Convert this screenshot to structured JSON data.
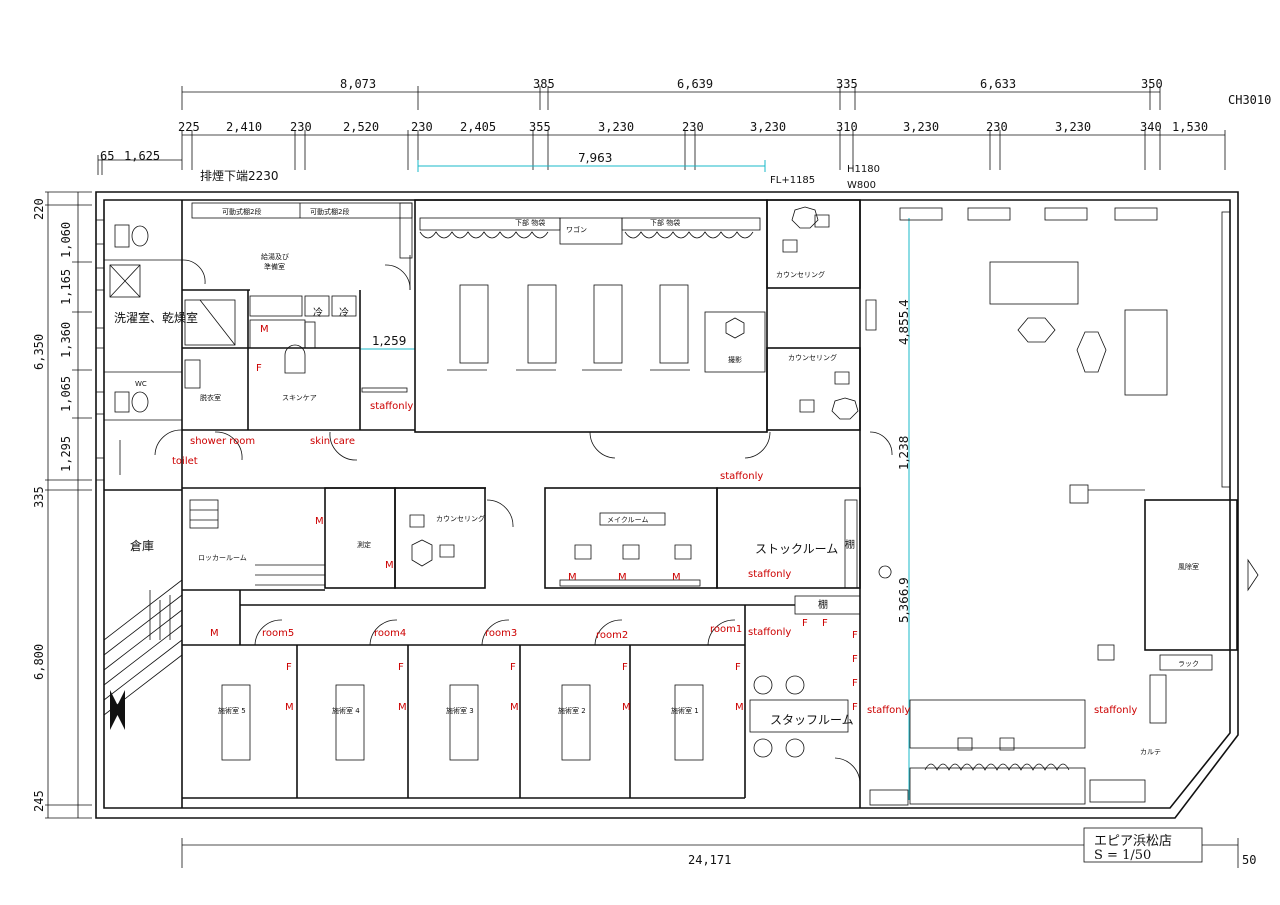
{
  "top_dims_row1": [
    "8,073",
    "385",
    "6,639",
    "335",
    "6,633",
    "350"
  ],
  "top_dims_row2": [
    "225",
    "2,410",
    "230",
    "2,520",
    "230",
    "2,405",
    "355",
    "3,230",
    "230",
    "3,230",
    "310",
    "3,230",
    "230",
    "3,230",
    "340",
    "1,530"
  ],
  "left_dims": [
    "220",
    "1,060",
    "1,165",
    "1,360",
    "1,065",
    "1,295",
    "335",
    "6,800",
    "245",
    "6,350"
  ],
  "ceiling": "CH3010",
  "dim_cyan": [
    "7,963",
    "1,259",
    "4,855.4",
    "1,238",
    "5,366.9"
  ],
  "dim_65": "65",
  "dim_1625": "1,625",
  "dim_bottom": "24,171",
  "dim_50": "50",
  "notes": {
    "exhaust": "排煙下端2230",
    "fl": "FL+1185",
    "h": "H1180",
    "w": "W800"
  },
  "rooms": {
    "laundry": "洗濯室、乾燥室",
    "wc": "WC",
    "warehouse": "倉庫",
    "prep": [
      "給湯及び",
      "準備室"
    ],
    "shelf1": "可動式棚2段",
    "shelf2": "可動式棚2段",
    "cold": "冷",
    "dressing": "脱衣室",
    "skincare": "スキンケア",
    "wagon": "ワゴン",
    "lower1": "下部 物袋",
    "lower2": "下部 物袋",
    "photo": "撮影",
    "counseling1": "カウンセリング",
    "counseling2": "カウンセリング",
    "counseling3": "カウンセリング",
    "locker": "ロッカールーム",
    "measure": "測定",
    "makeup": "メイクルーム",
    "stock": "ストックルーム",
    "shelf_tana1": "棚",
    "shelf_tana2": "棚",
    "staff": "スタッフルーム",
    "windbreak": "風除室",
    "rack": "ラック",
    "karte": "カルテ",
    "treat": [
      "施術室 5",
      "施術室 4",
      "施術室 3",
      "施術室 2",
      "施術室 1"
    ]
  },
  "red_labels": {
    "staffonly": "staffonly",
    "shower": "shower room",
    "skin": "skin care",
    "toilet": "toilet",
    "rooms": [
      "room5",
      "room4",
      "room3",
      "room2",
      "room1"
    ],
    "m": "M",
    "f": "F"
  },
  "store": {
    "name": "エピア浜松店",
    "scale": "S = 1/50"
  }
}
